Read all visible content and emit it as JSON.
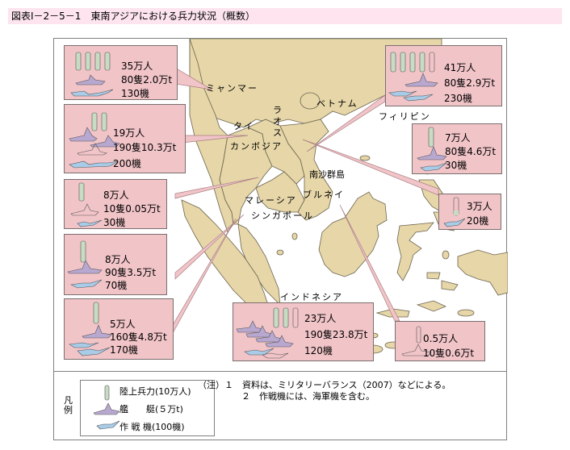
{
  "title": "図表Ⅰ－2－5－1　東南アジアにおける兵力状況（概数）",
  "colors": {
    "title_bg": "#fde4ef",
    "box_bg": "#f1c4c8",
    "land": "#e6d6a8",
    "soldier": "#c8dcc4",
    "ship": "#b8a8d0",
    "aircraft": "#a8cce8",
    "callout": "#f1c4c8"
  },
  "countries": {
    "myanmar": "ミャンマー",
    "thailand": "タイ",
    "laos": "ラオス",
    "cambodia": "カンボジア",
    "vietnam": "ベトナム",
    "philippines": "フィリピン",
    "spratly": "南沙群島",
    "brunei": "ブルネイ",
    "malaysia": "マレーシア",
    "singapore": "シンガポール",
    "indonesia": "インドネシア"
  },
  "boxes": {
    "myanmar": {
      "troops": "35万人",
      "ships": "80隻2.0万t",
      "aircraft": "130機"
    },
    "thailand": {
      "troops": "19万人",
      "ships": "190隻10.3万t",
      "aircraft": "200機"
    },
    "cambodia": {
      "troops": "8万人",
      "ships": "10隻0.05万t",
      "aircraft": "30機"
    },
    "malaysia": {
      "troops": "8万人",
      "ships": "90隻3.5万t",
      "aircraft": "70機"
    },
    "singapore": {
      "troops": "5万人",
      "ships": "160隻4.8万t",
      "aircraft": "170機"
    },
    "vietnam": {
      "troops": "41万人",
      "ships": "80隻2.9万t",
      "aircraft": "230機"
    },
    "philippines": {
      "troops": "7万人",
      "ships": "80隻4.6万t",
      "aircraft": "30機"
    },
    "laos": {
      "troops": "3万人",
      "aircraft": "20機"
    },
    "indonesia": {
      "troops": "23万人",
      "ships": "190隻23.8万t",
      "aircraft": "120機"
    },
    "brunei": {
      "troops": "0.5万人",
      "ships": "10隻0.6万t"
    }
  },
  "legend": {
    "heading": "凡例",
    "troops": "陸上兵力(10万人)",
    "ships": "艦　　艇(５万t)",
    "aircraft": "作 戦 機(100機)"
  },
  "notes": {
    "line1": "（注）１　資料は、ミリタリーバランス（2007）などによる。",
    "line2": "２　作戦機には、海軍機を含む。"
  }
}
